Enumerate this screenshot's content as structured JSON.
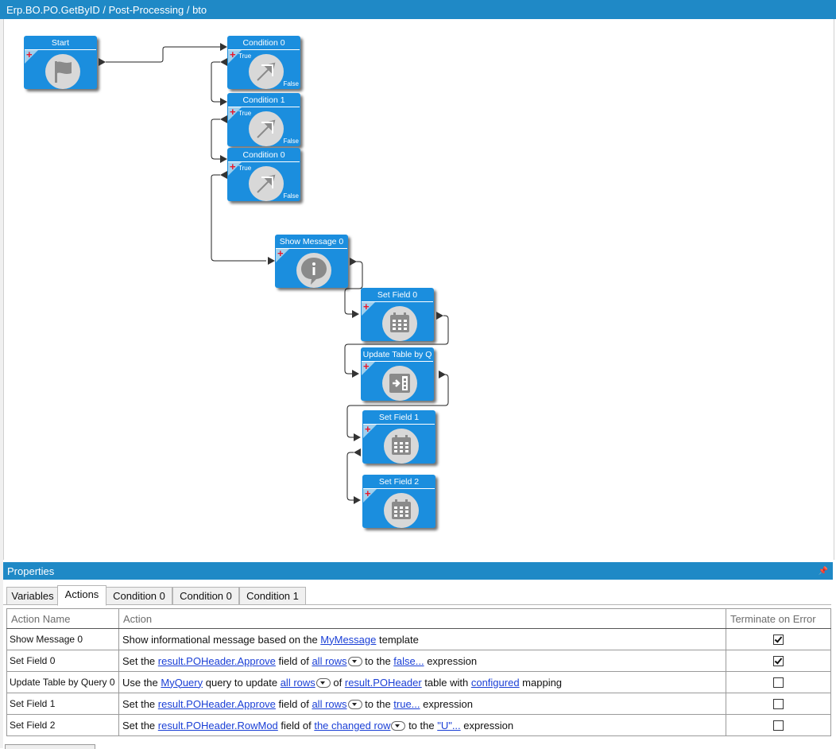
{
  "window": {
    "title": "Erp.BO.PO.GetByID / Post-Processing / bto"
  },
  "nodes": [
    {
      "id": "start",
      "label": "Start",
      "icon": "flag-icon"
    },
    {
      "id": "cond0a",
      "label": "Condition 0",
      "icon": "condition-icon",
      "true_label": "True",
      "false_label": "False"
    },
    {
      "id": "cond1",
      "label": "Condition 1",
      "icon": "condition-icon",
      "true_label": "True",
      "false_label": "False"
    },
    {
      "id": "cond0b",
      "label": "Condition 0",
      "icon": "condition-icon",
      "true_label": "True",
      "false_label": "False"
    },
    {
      "id": "showmsg",
      "label": "Show Message 0",
      "icon": "info-message-icon"
    },
    {
      "id": "setfield0",
      "label": "Set Field 0",
      "icon": "calendar-grid-icon"
    },
    {
      "id": "updtable",
      "label": "Update Table by Q",
      "icon": "update-table-icon"
    },
    {
      "id": "setfield1",
      "label": "Set Field 1",
      "icon": "calendar-grid-icon"
    },
    {
      "id": "setfield2",
      "label": "Set Field 2",
      "icon": "calendar-grid-icon"
    }
  ],
  "properties": {
    "title": "Properties",
    "pin_icon": "pin-icon",
    "tabs": [
      "Variables",
      "Actions",
      "Condition 0",
      "Condition 0",
      "Condition 1"
    ],
    "active_tab": "Actions",
    "columns": [
      "Action Name",
      "Action",
      "Terminate on Error"
    ],
    "rows": [
      {
        "name": "Show Message 0",
        "parts": [
          "Show informational message based on the ",
          "MyMessage",
          " template"
        ],
        "terminate": true
      },
      {
        "name": "Set Field 0",
        "parts": [
          "Set the ",
          "result.POHeader.Approve",
          " field of ",
          "all rows",
          " to the ",
          "false...",
          " expression"
        ],
        "terminate": true
      },
      {
        "name": "Update Table by Query 0",
        "parts": [
          "Use the ",
          "MyQuery",
          " query to update ",
          "all rows",
          " of ",
          "result.POHeader",
          " table with ",
          "configured",
          " mapping"
        ],
        "terminate": false
      },
      {
        "name": "Set Field 1",
        "parts": [
          "Set the ",
          "result.POHeader.Approve",
          " field of ",
          "all rows",
          " to the ",
          "true...",
          " expression"
        ],
        "terminate": false
      },
      {
        "name": "Set Field 2",
        "parts": [
          "Set the ",
          "result.POHeader.RowMod",
          " field of ",
          "the changed row",
          " to the ",
          "\"U\"...",
          " expression"
        ],
        "terminate": false
      }
    ]
  }
}
